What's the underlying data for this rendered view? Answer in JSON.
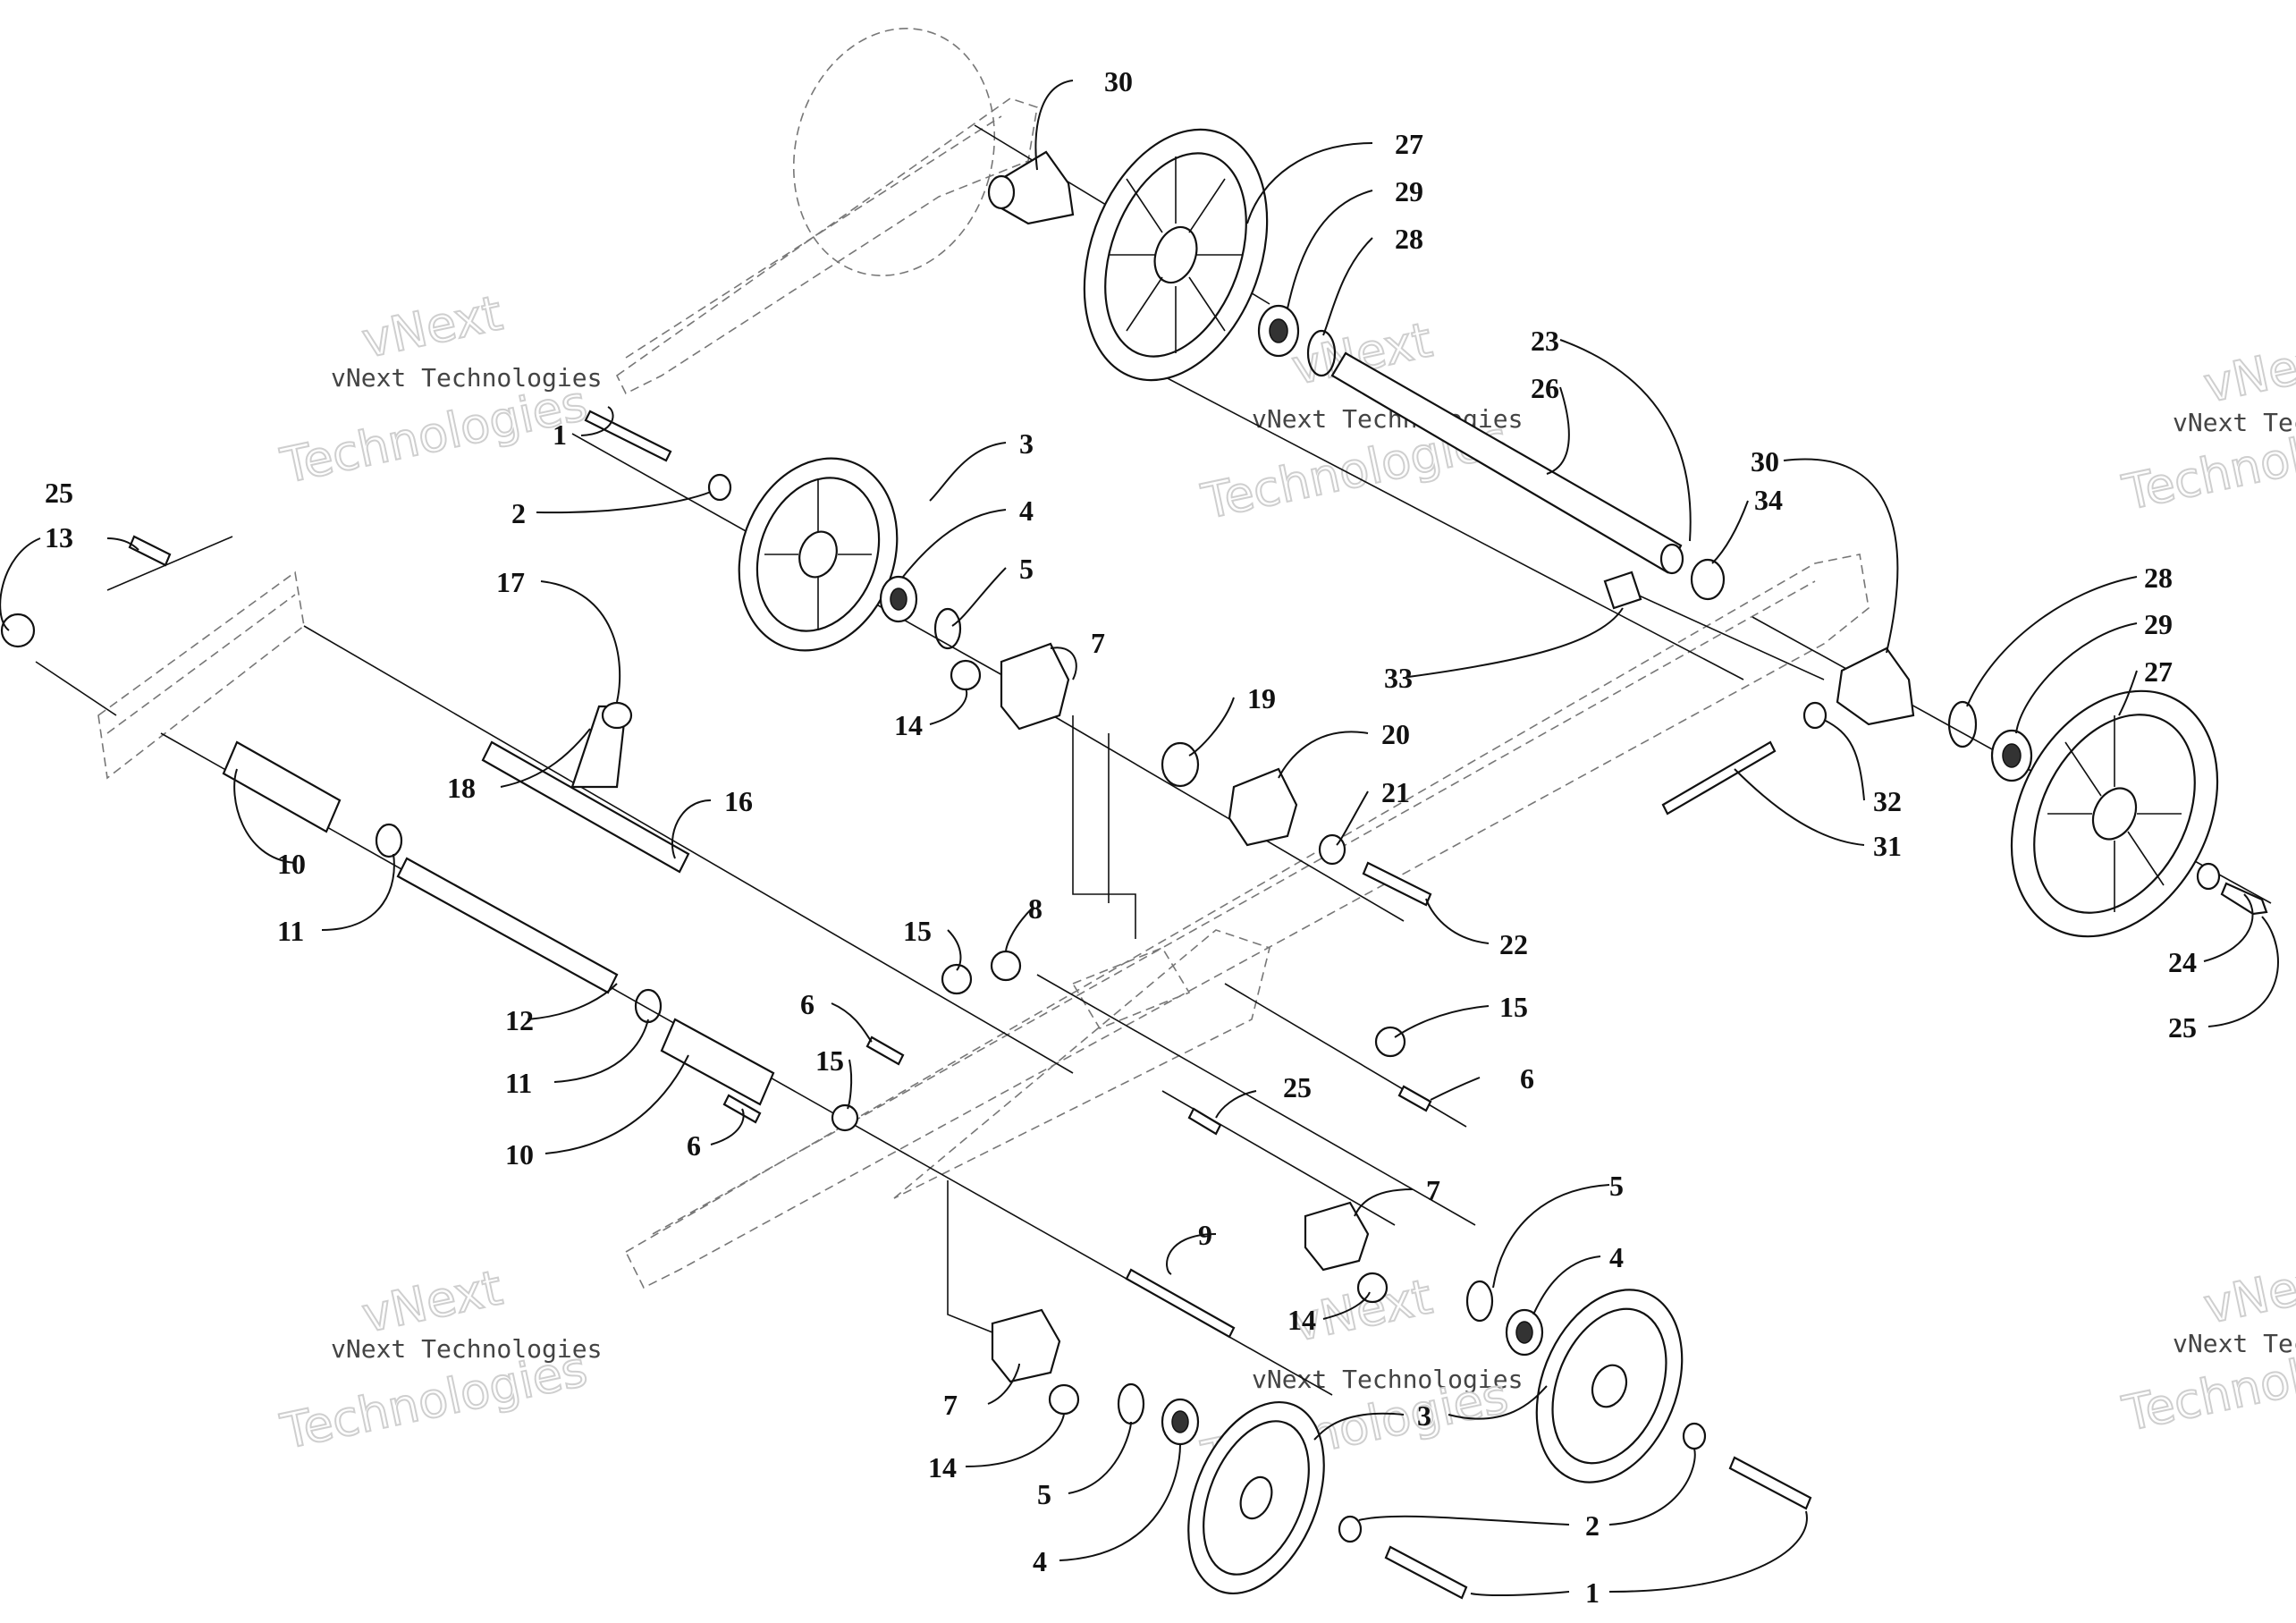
{
  "watermark": {
    "company": "vNext Technologies",
    "word1": "vNext",
    "word2": "Technologies"
  },
  "callouts": {
    "c1a": "1",
    "c1b": "1",
    "c2a": "2",
    "c2b": "2",
    "c3a": "3",
    "c3b": "3",
    "c4a": "4",
    "c4b": "4",
    "c4c": "4",
    "c5a": "5",
    "c5b": "5",
    "c5c": "5",
    "c6a": "6",
    "c6b": "6",
    "c6c": "6",
    "c7a": "7",
    "c7b": "7",
    "c7c": "7",
    "c8": "8",
    "c9": "9",
    "c10a": "10",
    "c10b": "10",
    "c11a": "11",
    "c11b": "11",
    "c12": "12",
    "c13": "13",
    "c14a": "14",
    "c14b": "14",
    "c14c": "14",
    "c15a": "15",
    "c15b": "15",
    "c15c": "15",
    "c16": "16",
    "c17": "17",
    "c18": "18",
    "c19": "19",
    "c20": "20",
    "c21": "21",
    "c22": "22",
    "c23": "23",
    "c24": "24",
    "c25a": "25",
    "c25b": "25",
    "c25c": "25",
    "c26": "26",
    "c27a": "27",
    "c27b": "27",
    "c28a": "28",
    "c28b": "28",
    "c29a": "29",
    "c29b": "29",
    "c30a": "30",
    "c30b": "30",
    "c31": "31",
    "c32": "32",
    "c33": "33",
    "c34": "34"
  }
}
